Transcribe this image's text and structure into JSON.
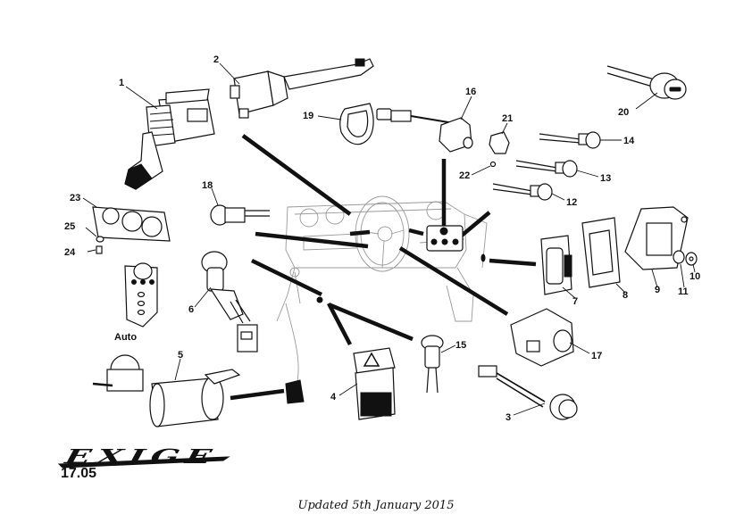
{
  "brand": {
    "logo_text": "EXIGE"
  },
  "page": {
    "number": "17.05",
    "update_note": "Updated 5th January 2015"
  },
  "callouts": [
    "1",
    "2",
    "3",
    "4",
    "5",
    "6",
    "7",
    "8",
    "9",
    "10",
    "11",
    "12",
    "13",
    "14",
    "15",
    "16",
    "17",
    "18",
    "19",
    "20",
    "21",
    "22",
    "23",
    "24",
    "25"
  ],
  "auto_label": "Auto"
}
